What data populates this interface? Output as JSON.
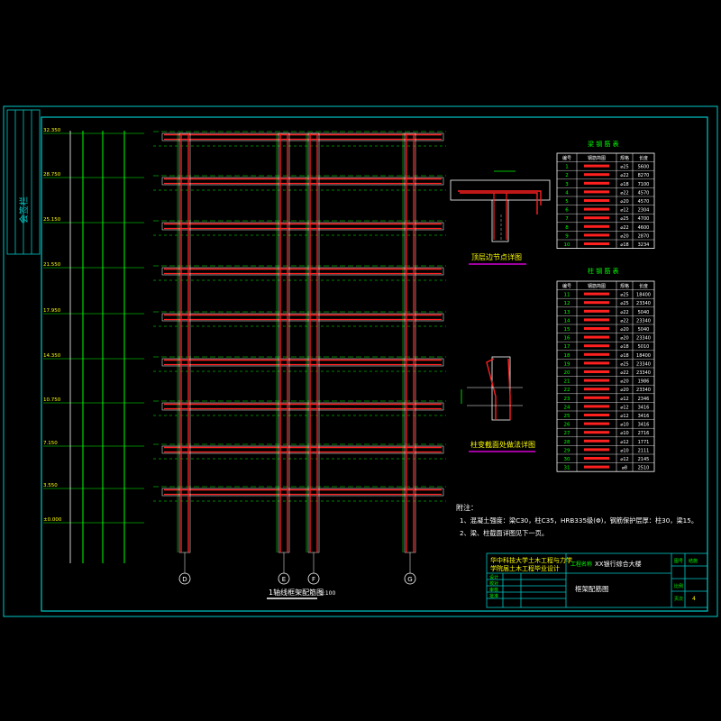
{
  "drawing": {
    "sidebar_label": "会签栏",
    "elevations": [
      "32.350",
      "28.750",
      "25.150",
      "21.550",
      "17.950",
      "14.350",
      "10.750",
      "7.150",
      "3.550",
      "±0.000"
    ],
    "axes": [
      "D",
      "E",
      "F",
      "G"
    ],
    "frame_title": "1轴线框架配筋图",
    "frame_scale": "1:100",
    "detail1_title": "顶层边节点详图",
    "detail2_title": "柱变截面处做法详图",
    "table1_title": "梁 钢 筋 表",
    "table2_title": "柱 钢 筋 表",
    "table_headers": [
      "编号",
      "钢筋简图",
      "规格",
      "长度"
    ],
    "table1_rows": [
      {
        "no": "1",
        "spec": "⌀25",
        "len": "5600"
      },
      {
        "no": "2",
        "spec": "⌀22",
        "len": "8270"
      },
      {
        "no": "3",
        "spec": "⌀18",
        "len": "7100"
      },
      {
        "no": "4",
        "spec": "⌀22",
        "len": "4570"
      },
      {
        "no": "5",
        "spec": "⌀20",
        "len": "4570"
      },
      {
        "no": "6",
        "spec": "⌀12",
        "len": "2304"
      },
      {
        "no": "7",
        "spec": "⌀25",
        "len": "4700"
      },
      {
        "no": "8",
        "spec": "⌀22",
        "len": "4600"
      },
      {
        "no": "9",
        "spec": "⌀20",
        "len": "2870"
      },
      {
        "no": "10",
        "spec": "⌀18",
        "len": "3234"
      }
    ],
    "table2_rows": [
      {
        "no": "11",
        "spec": "⌀25",
        "len": "18400"
      },
      {
        "no": "12",
        "spec": "⌀25",
        "len": "23340"
      },
      {
        "no": "13",
        "spec": "⌀22",
        "len": "5040"
      },
      {
        "no": "14",
        "spec": "⌀22",
        "len": "23340"
      },
      {
        "no": "15",
        "spec": "⌀20",
        "len": "5040"
      },
      {
        "no": "16",
        "spec": "⌀20",
        "len": "23340"
      },
      {
        "no": "17",
        "spec": "⌀18",
        "len": "5010"
      },
      {
        "no": "18",
        "spec": "⌀18",
        "len": "18400"
      },
      {
        "no": "19",
        "spec": "⌀25",
        "len": "23340"
      },
      {
        "no": "20",
        "spec": "⌀22",
        "len": "23340"
      },
      {
        "no": "21",
        "spec": "⌀20",
        "len": "1986"
      },
      {
        "no": "22",
        "spec": "⌀20",
        "len": "23340"
      },
      {
        "no": "23",
        "spec": "⌀12",
        "len": "2346"
      },
      {
        "no": "24",
        "spec": "⌀12",
        "len": "3416"
      },
      {
        "no": "25",
        "spec": "⌀12",
        "len": "3416"
      },
      {
        "no": "26",
        "spec": "⌀10",
        "len": "3416"
      },
      {
        "no": "27",
        "spec": "⌀10",
        "len": "2716"
      },
      {
        "no": "28",
        "spec": "⌀12",
        "len": "1771"
      },
      {
        "no": "29",
        "spec": "⌀10",
        "len": "2111"
      },
      {
        "no": "30",
        "spec": "⌀12",
        "len": "2145"
      },
      {
        "no": "31",
        "spec": "⌀8",
        "len": "2510"
      }
    ],
    "notes_title": "附注：",
    "notes": [
      "1、混凝土强度：梁C30，柱C35，HRB335级(Φ)，钢筋保护层厚：柱30，梁15。",
      "2、梁、柱截面详图见下一页。"
    ],
    "title_block": {
      "school_line1": "华中科技大学土木工程与力学",
      "school_line2": "学院届土木工程毕业设计",
      "project_label": "工程名称",
      "project": "XX银行综合大楼",
      "drawing_name": "框架配筋图",
      "labels": [
        "设计",
        "校对",
        "审核",
        "批准"
      ],
      "right_labels": [
        "图号",
        "结施",
        "比例",
        "页次"
      ],
      "page": "4"
    }
  }
}
